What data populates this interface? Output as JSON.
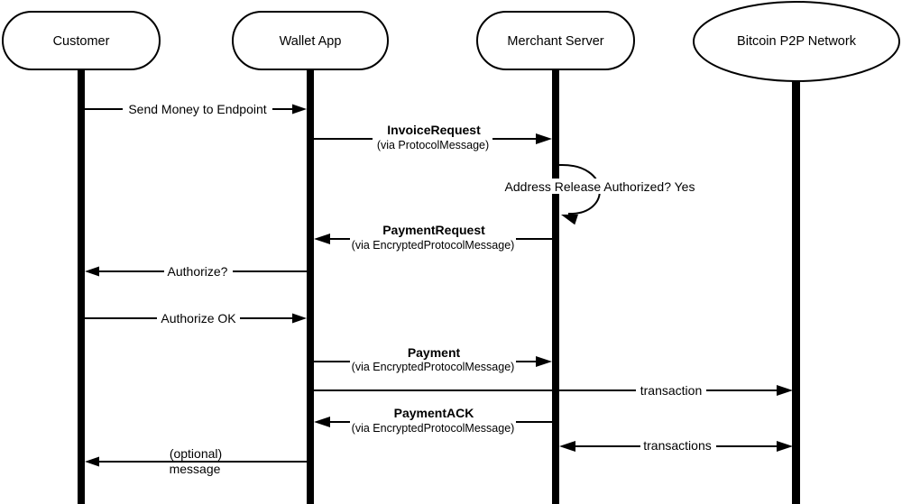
{
  "diagram": {
    "type": "uml-sequence",
    "participants": [
      {
        "id": "customer",
        "label": "Customer",
        "shape": "stadium"
      },
      {
        "id": "wallet-app",
        "label": "Wallet App",
        "shape": "stadium"
      },
      {
        "id": "merchant-server",
        "label": "Merchant Server",
        "shape": "stadium"
      },
      {
        "id": "bitcoin-p2p-network",
        "label": "Bitcoin P2P Network",
        "shape": "ellipse"
      }
    ],
    "messages": [
      {
        "label": "Send Money to Endpoint",
        "from": "customer",
        "to": "wallet-app"
      },
      {
        "title": "InvoiceRequest",
        "subtitle": "(via ProtocolMessage)",
        "from": "wallet-app",
        "to": "merchant-server"
      },
      {
        "label": "Address Release Authorized? Yes",
        "from": "merchant-server",
        "to": "merchant-server",
        "self_message": true
      },
      {
        "title": "PaymentRequest",
        "subtitle": "(via EncryptedProtocolMessage)",
        "from": "merchant-server",
        "to": "wallet-app"
      },
      {
        "label": "Authorize?",
        "from": "wallet-app",
        "to": "customer"
      },
      {
        "label": "Authorize OK",
        "from": "customer",
        "to": "wallet-app"
      },
      {
        "title": "Payment",
        "subtitle": "(via EncryptedProtocolMessage)",
        "from": "wallet-app",
        "to": "merchant-server"
      },
      {
        "label": "transaction",
        "from": "wallet-app",
        "to": "bitcoin-p2p-network"
      },
      {
        "title": "PaymentACK",
        "subtitle": "(via EncryptedProtocolMessage)",
        "from": "merchant-server",
        "to": "wallet-app"
      },
      {
        "label": "transactions",
        "from": "merchant-server",
        "to": "bitcoin-p2p-network",
        "bidirectional": true
      },
      {
        "title": "(optional)",
        "subtitle": "message",
        "from": "wallet-app",
        "to": "customer"
      }
    ],
    "colors": {
      "line": "#000000",
      "fill": "#ffffff",
      "text": "#000000",
      "background": "#ffffff"
    }
  }
}
